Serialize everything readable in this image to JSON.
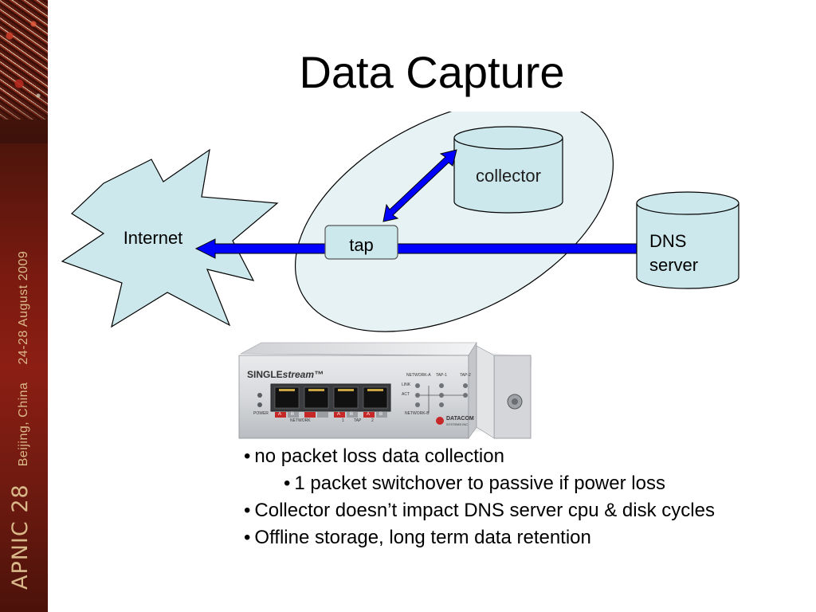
{
  "slide": {
    "title": "Data Capture"
  },
  "banner": {
    "event": "APNIC 28",
    "place": "Beijing, China",
    "dates": "24-28 August 2009"
  },
  "diagram": {
    "nodes": {
      "internet": "Internet",
      "tap": "tap",
      "collector": "collector",
      "dns_line1": "DNS",
      "dns_line2": "server"
    },
    "colors": {
      "cylinder_fill": "#cde8ec",
      "ellipse_fill": "#e6f2f3",
      "arrow_fill": "#0000ff",
      "burst_fill": "#cde8ec"
    }
  },
  "device": {
    "brand_prefix": "SINGLE",
    "brand_suffix": "stream™",
    "leds_header": [
      "NETWORK-A",
      "TAP-1",
      "TAP-2"
    ],
    "led_rows": [
      "LINK",
      "ACT"
    ],
    "network_b": "NETWORK-B",
    "power_label": "POWER",
    "network_label": "NETWORK",
    "tap_label": "TAP",
    "port_letters": [
      "A",
      "B",
      "A",
      "B",
      "A",
      "B"
    ],
    "tap_nums": [
      "1",
      "2"
    ],
    "maker": "DATACOM",
    "maker_sub": "SYSTEMS INC"
  },
  "bullets": [
    {
      "text": "no packet loss data collection",
      "level": 0
    },
    {
      "text": "1 packet switchover to passive if power loss",
      "level": 1
    },
    {
      "text": "Collector doesn’t impact DNS server cpu & disk cycles",
      "level": 0
    },
    {
      "text": "Offline storage, long term data retention",
      "level": 0
    }
  ],
  "bullet_glyph": "•"
}
